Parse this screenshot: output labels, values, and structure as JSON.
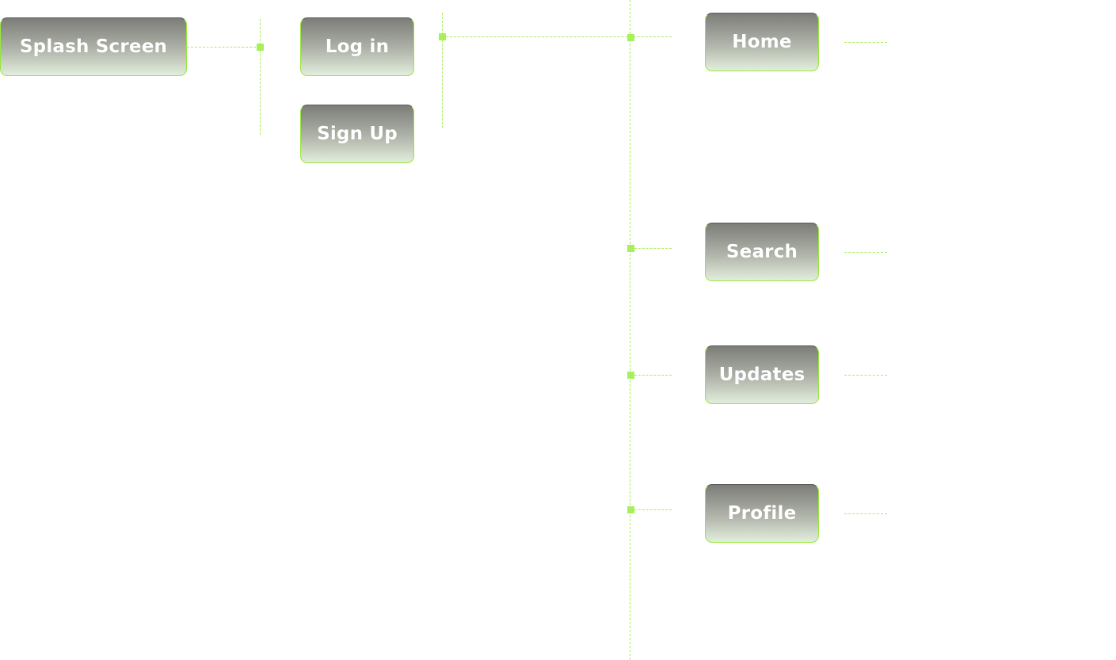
{
  "nodes": {
    "splash": "Splash Screen",
    "login": "Log in",
    "signup": "Sign Up",
    "home": "Home",
    "search": "Search",
    "updates": "Updates",
    "profile": "Profile"
  },
  "colors": {
    "connector": "#a9ec5a",
    "junction": "#a6f05a",
    "node_border": "#97e83a",
    "node_gradient_top": "#7c7d78",
    "node_gradient_bottom": "#e2eedc",
    "node_text": "#ffffff"
  }
}
